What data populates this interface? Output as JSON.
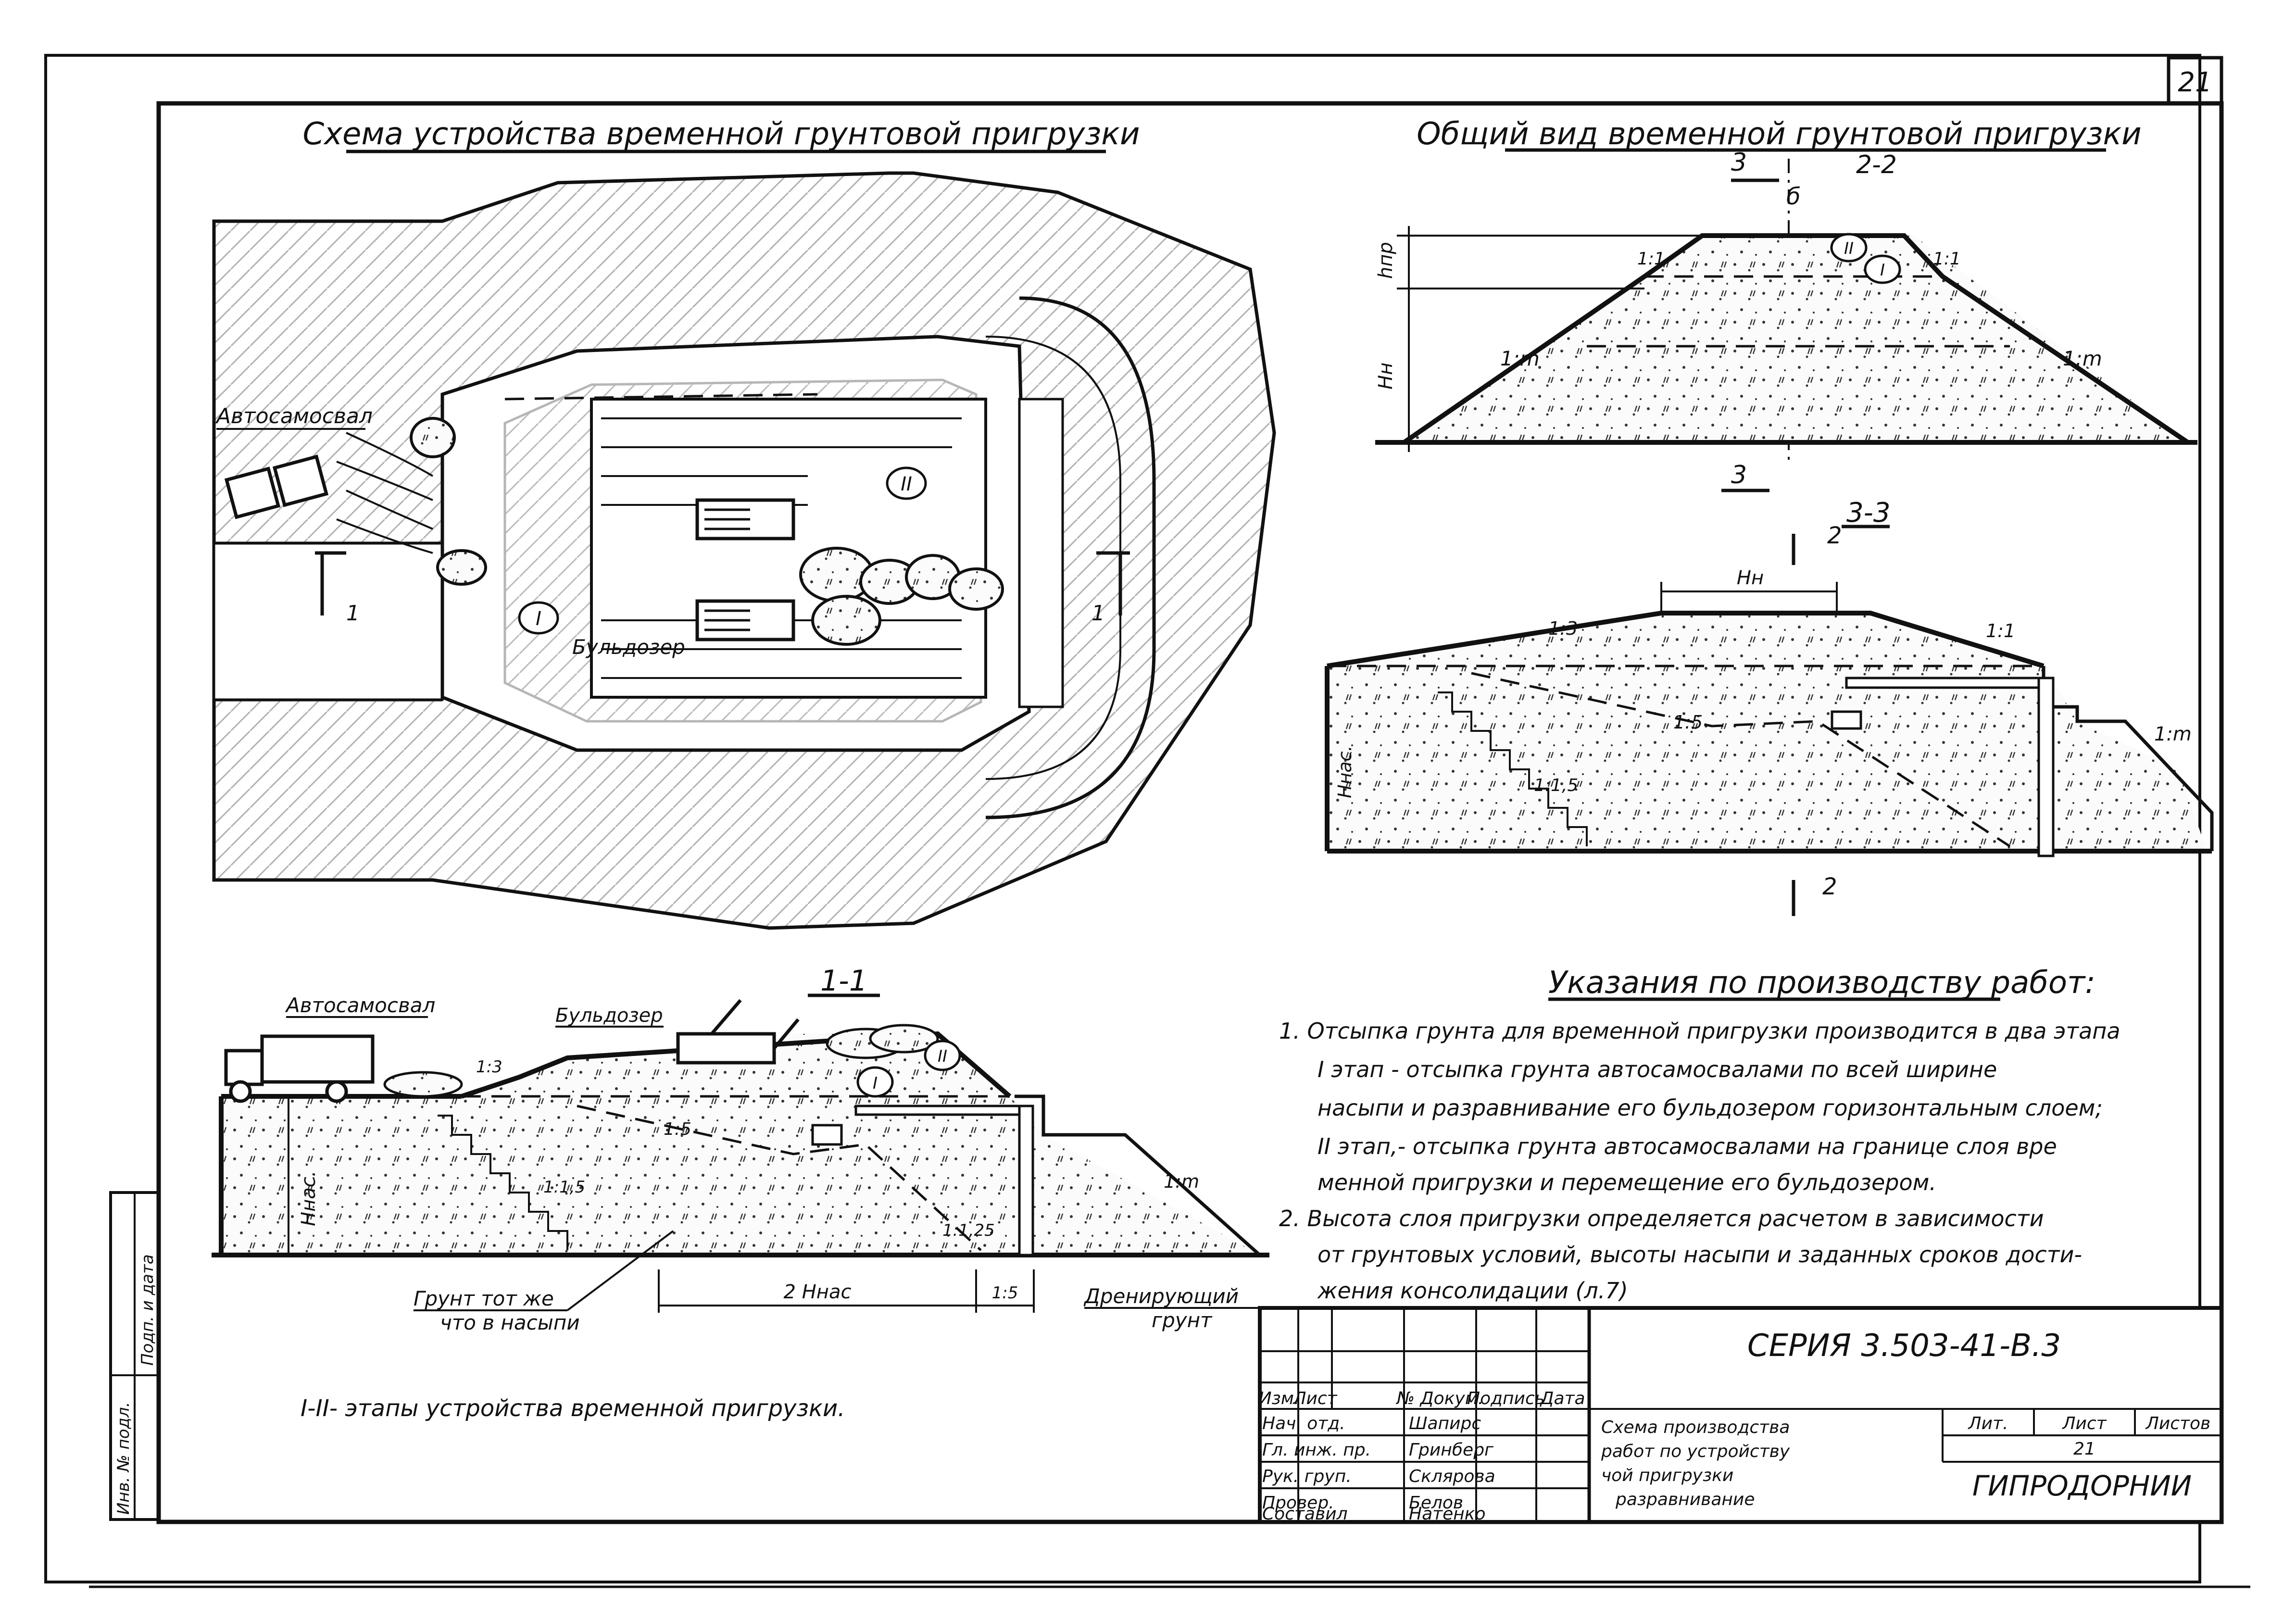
{
  "sheet": {
    "page_number": "21"
  },
  "plan": {
    "title": "Схема устройства временной грунтовой пригрузки",
    "truck_label": "Автосамосвал",
    "bulldozer_label": "Бульдозер",
    "stage_one": "I",
    "stage_two": "II",
    "section_mark": "1"
  },
  "general_view": {
    "title": "Общий вид временной грунтовой пригрузки",
    "section_name": "2-2",
    "cut_mark": "3",
    "axis_mark": "б",
    "dim_hpr": "hпр",
    "dim_hn": "Hн",
    "slope_top": "1:1",
    "slope_side": "1:m",
    "stage_one": "I",
    "stage_two": "II"
  },
  "section_3_3": {
    "title": "3-3",
    "cut_mark": "2",
    "dim_hn": "Hн",
    "dim_hnas": "Hнас.",
    "slope_13": "1:3",
    "slope_11": "1:1",
    "slope_15": "1:5",
    "slope_115": "1:1,5",
    "slope_m": "1:m"
  },
  "section_1_1": {
    "title": "1-1",
    "truck_label": "Автосамосвал",
    "bulldozer_label": "Бульдозер",
    "dim_hnas": "Hнас.",
    "dim_2hnas": "2 Hнас",
    "dim_15": "1:5",
    "slope_13": "1:3",
    "slope_15": "1:5",
    "slope_115": "1:1,5",
    "slope_125": "1:1,25",
    "slope_m": "1:m",
    "soil_label_1": "Грунт тот же",
    "soil_label_2": "что в насыпи",
    "drain_label_1": "Дренирующий",
    "drain_label_2": "грунт",
    "stage_one": "I",
    "stage_two": "II"
  },
  "stages_caption": "I-II- этапы устройства временной пригрузки.",
  "instructions": {
    "title": "Указания по производству работ:",
    "lines": [
      "1. Отсыпка грунта для временной пригрузки производится в два этапа",
      "I этап - отсыпка грунта автосамосвалами по всей ширине",
      "насыпи и разравнивание его бульдозером горизонтальным слоем;",
      "II этап,- отсыпка грунта автосамосвалами на границе слоя вре",
      "менной пригрузки и перемещение его бульдозером.",
      "2. Высота слоя пригрузки определяется расчетом в зависимости",
      "от грунтовых условий, высоты насыпи и заданных сроков дости-",
      "жения консолидации (л.7)"
    ]
  },
  "title_block": {
    "series": "СЕРИЯ 3.503-41-В.3",
    "header": [
      "Изм.",
      "Лист",
      "№ Докум.",
      "Подпись",
      "Дата"
    ],
    "rows": [
      {
        "role": "Нач. отд.",
        "name": "Шапирс"
      },
      {
        "role": "Гл. инж. пр.",
        "name": "Гринберг"
      },
      {
        "role": "Рук. груп.",
        "name": "Склярова"
      },
      {
        "role": "Провер.",
        "name": "Белов"
      },
      {
        "role": "Составил",
        "name": "Натенко"
      }
    ],
    "description_1": "Схема производства",
    "description_2": "работ по устройству",
    "description_3": "чой пригрузки",
    "description_4": "разравнивание",
    "stage_col": "Лит.",
    "sheet_col": "Лист",
    "sheets_col": "Листов",
    "sheet_value": "21",
    "org": "ГИПРОДОРНИИ"
  },
  "side_stamp": {
    "col1": "Инв. № подл.",
    "col2": "Подп. и дата"
  }
}
